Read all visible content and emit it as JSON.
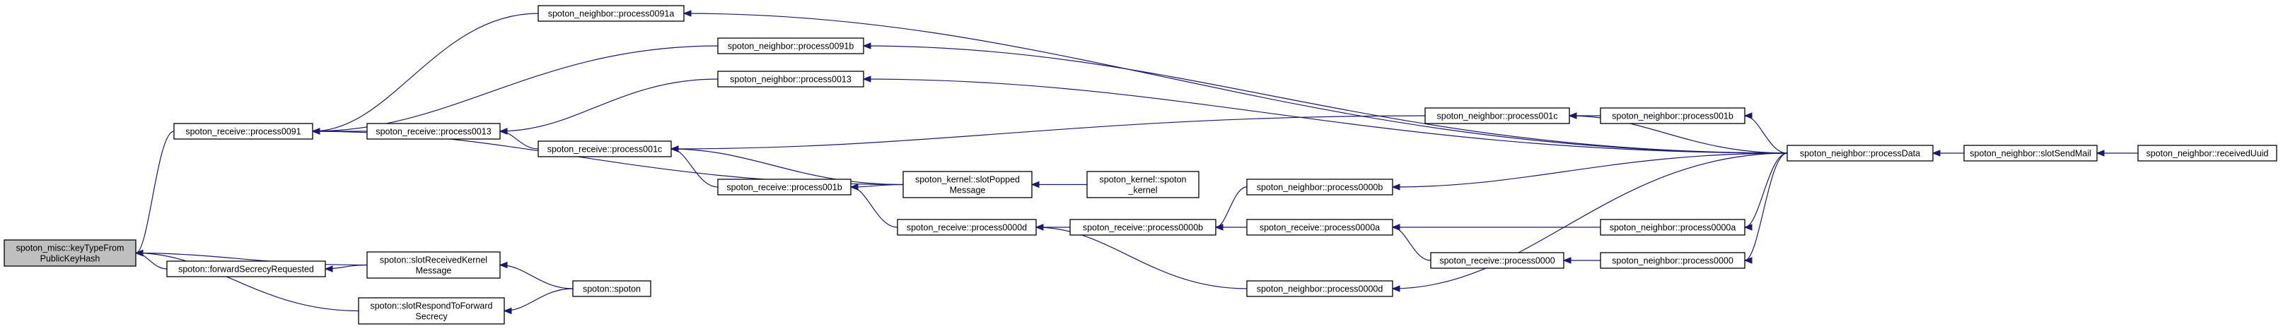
{
  "graph": {
    "type": "caller-graph",
    "colors": {
      "edge": "#191970",
      "node_border": "#000000",
      "root_fill": "#bfbfbf",
      "node_fill": "#ffffff"
    },
    "nodes": [
      {
        "id": "keytype",
        "lines": [
          "spoton_misc::keyTypeFrom",
          "PublicKeyHash"
        ],
        "root": true
      },
      {
        "id": "r0091",
        "lines": [
          "spoton_receive::process0091"
        ]
      },
      {
        "id": "fwdreq",
        "lines": [
          "spoton::forwardSecrecyRequested"
        ]
      },
      {
        "id": "slotrk",
        "lines": [
          "spoton::slotReceivedKernel",
          "Message"
        ]
      },
      {
        "id": "slotresp",
        "lines": [
          "spoton::slotRespondToForward",
          "Secrecy"
        ]
      },
      {
        "id": "n0091a",
        "lines": [
          "spoton_neighbor::process0091a"
        ]
      },
      {
        "id": "n0091b",
        "lines": [
          "spoton_neighbor::process0091b"
        ]
      },
      {
        "id": "r0013",
        "lines": [
          "spoton_receive::process0013"
        ]
      },
      {
        "id": "n0013",
        "lines": [
          "spoton_neighbor::process0013"
        ]
      },
      {
        "id": "r001c",
        "lines": [
          "spoton_receive::process001c"
        ]
      },
      {
        "id": "r001b",
        "lines": [
          "spoton_receive::process001b"
        ]
      },
      {
        "id": "kpop",
        "lines": [
          "spoton_kernel::slotPopped",
          "Message"
        ]
      },
      {
        "id": "kctor",
        "lines": [
          "spoton_kernel::spoton",
          "_kernel"
        ]
      },
      {
        "id": "r000d",
        "lines": [
          "spoton_receive::process0000d"
        ]
      },
      {
        "id": "r000b",
        "lines": [
          "spoton_receive::process0000b"
        ]
      },
      {
        "id": "n000b",
        "lines": [
          "spoton_neighbor::process0000b"
        ]
      },
      {
        "id": "r000a",
        "lines": [
          "spoton_receive::process0000a"
        ]
      },
      {
        "id": "r0000",
        "lines": [
          "spoton_receive::process0000"
        ]
      },
      {
        "id": "n000d",
        "lines": [
          "spoton_neighbor::process0000d"
        ]
      },
      {
        "id": "n001c",
        "lines": [
          "spoton_neighbor::process001c"
        ]
      },
      {
        "id": "n001b",
        "lines": [
          "spoton_neighbor::process001b"
        ]
      },
      {
        "id": "n000a",
        "lines": [
          "spoton_neighbor::process0000a"
        ]
      },
      {
        "id": "n0000",
        "lines": [
          "spoton_neighbor::process0000"
        ]
      },
      {
        "id": "spoton",
        "lines": [
          "spoton::spoton"
        ]
      },
      {
        "id": "pdata",
        "lines": [
          "spoton_neighbor::processData"
        ]
      },
      {
        "id": "sendmail",
        "lines": [
          "spoton_neighbor::slotSendMail"
        ]
      },
      {
        "id": "recvuuid",
        "lines": [
          "spoton_neighbor::receivedUuid"
        ]
      }
    ],
    "edges": [
      [
        "r0091",
        "keytype"
      ],
      [
        "fwdreq",
        "keytype"
      ],
      [
        "slotrk",
        "keytype"
      ],
      [
        "slotresp",
        "keytype"
      ],
      [
        "n0091a",
        "r0091"
      ],
      [
        "n0091b",
        "r0091"
      ],
      [
        "r0013",
        "r0091"
      ],
      [
        "kpop",
        "r0091"
      ],
      [
        "n0013",
        "r0013"
      ],
      [
        "r001c",
        "r0013"
      ],
      [
        "n001c",
        "r001c"
      ],
      [
        "kpop",
        "r001c"
      ],
      [
        "r001b",
        "r001c"
      ],
      [
        "kpop",
        "r001b"
      ],
      [
        "r000d",
        "r001b"
      ],
      [
        "kctor",
        "kpop"
      ],
      [
        "r000b",
        "r000d"
      ],
      [
        "n000d",
        "r000d"
      ],
      [
        "n000b",
        "r000b"
      ],
      [
        "r000a",
        "r000b"
      ],
      [
        "n000a",
        "r000a"
      ],
      [
        "r0000",
        "r000a"
      ],
      [
        "n0000",
        "r0000"
      ],
      [
        "slotrk",
        "fwdreq"
      ],
      [
        "spoton",
        "slotrk"
      ],
      [
        "spoton",
        "slotresp"
      ],
      [
        "n001b",
        "n001c"
      ],
      [
        "pdata",
        "n001c"
      ],
      [
        "pdata",
        "n001b"
      ],
      [
        "pdata",
        "n000a"
      ],
      [
        "pdata",
        "n0000"
      ],
      [
        "pdata",
        "n0091a"
      ],
      [
        "pdata",
        "n0091b"
      ],
      [
        "pdata",
        "n0013"
      ],
      [
        "pdata",
        "n000b"
      ],
      [
        "pdata",
        "n000d"
      ],
      [
        "sendmail",
        "pdata"
      ],
      [
        "recvuuid",
        "sendmail"
      ]
    ]
  }
}
